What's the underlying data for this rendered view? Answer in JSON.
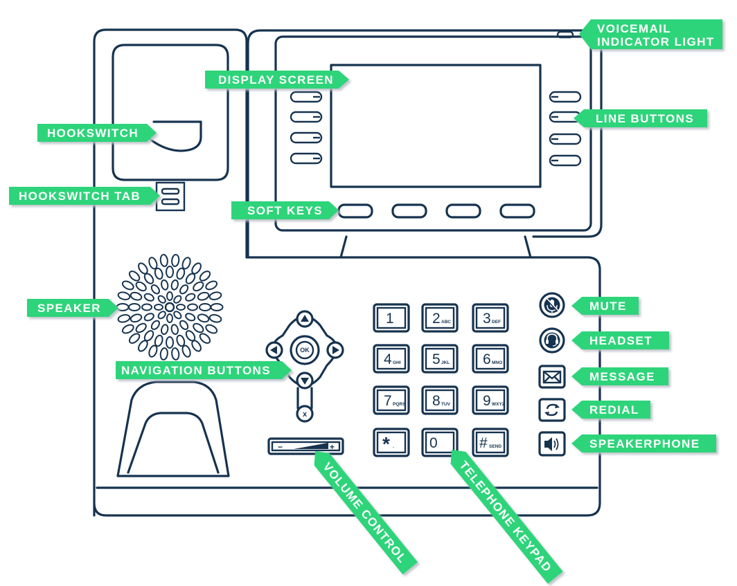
{
  "colors": {
    "outline": "#16334f",
    "label_fill": "#2ed47a",
    "label_shadow": "#c9cfd4",
    "label_text": "#ffffff"
  },
  "labels": {
    "voicemail_line1": "VOICEMAIL",
    "voicemail_line2": "INDICATOR LIGHT",
    "display_screen": "DISPLAY SCREEN",
    "line_buttons": "LINE BUTTONS",
    "hookswitch": "HOOKSWITCH",
    "hookswitch_tab": "HOOKSWITCH TAB",
    "soft_keys": "SOFT KEYS",
    "speaker": "SPEAKER",
    "navigation_buttons": "NAVIGATION BUTTONS",
    "mute": "MUTE",
    "headset": "HEADSET",
    "message": "MESSAGE",
    "redial": "REDIAL",
    "speakerphone": "SPEAKERPHONE",
    "volume_control": "VOLUME CONTROL",
    "telephone_keypad": "TELEPHONE KEYPAD"
  },
  "keypad": [
    {
      "digit": "1",
      "sub": ""
    },
    {
      "digit": "2",
      "sub": "ABC"
    },
    {
      "digit": "3",
      "sub": "DEF"
    },
    {
      "digit": "4",
      "sub": "GHI"
    },
    {
      "digit": "5",
      "sub": "JKL"
    },
    {
      "digit": "6",
      "sub": "MNO"
    },
    {
      "digit": "7",
      "sub": "PQRS"
    },
    {
      "digit": "8",
      "sub": "TUV"
    },
    {
      "digit": "9",
      "sub": "WXYZ"
    },
    {
      "digit": "*",
      "sub": "."
    },
    {
      "digit": "0",
      "sub": ""
    },
    {
      "digit": "#",
      "sub": "SEND"
    }
  ],
  "navigation": {
    "ok": "OK",
    "cancel": "x"
  },
  "volume": {
    "minus": "−",
    "plus": "+"
  },
  "icons": {
    "mute": "mic-muted-icon",
    "headset": "headset-icon",
    "message": "envelope-icon",
    "redial": "redial-arrows-icon",
    "speakerphone": "speaker-volume-icon",
    "nav_up": "arrow-up-icon",
    "nav_down": "arrow-down-icon",
    "nav_left": "arrow-left-icon",
    "nav_right": "arrow-right-icon"
  }
}
